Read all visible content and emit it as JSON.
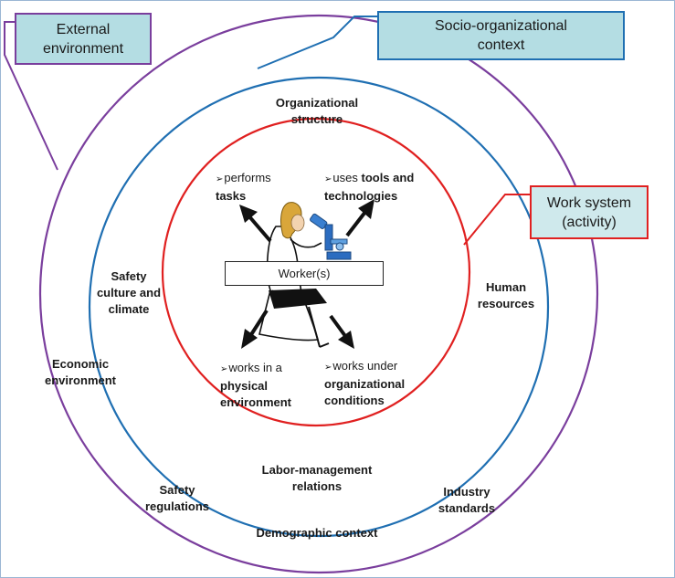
{
  "contexts": {
    "external": {
      "label": "External environment",
      "color": "#7a3e9d"
    },
    "socio": {
      "label": "Socio-organizational context",
      "color": "#1f6fb2"
    },
    "work_system": {
      "label": "Work system (activity)",
      "color": "#e02020"
    }
  },
  "box_fill": "#b4dde3",
  "work_system_fill": "#cfe9ec",
  "worker_label": "Worker(s)",
  "activities": {
    "tasks": {
      "pre": "performs",
      "bold": "tasks"
    },
    "tools": {
      "pre": "uses",
      "bold1": "tools and",
      "bold2": "technologies"
    },
    "physical": {
      "pre": "works in a",
      "bold1": "physical",
      "bold2": "environment"
    },
    "conditions": {
      "pre": "works under",
      "bold1": "organizational",
      "bold2": "conditions"
    }
  },
  "socio_labels": {
    "org_structure": "Organizational structure",
    "safety_culture": "Safety culture and climate",
    "human_resources": "Human resources",
    "labor_management": "Labor-management relations"
  },
  "external_labels": {
    "economic": "Economic environment",
    "safety_regulations": "Safety regulations",
    "demographic": "Demographic context",
    "industry_standards": "Industry standards"
  }
}
